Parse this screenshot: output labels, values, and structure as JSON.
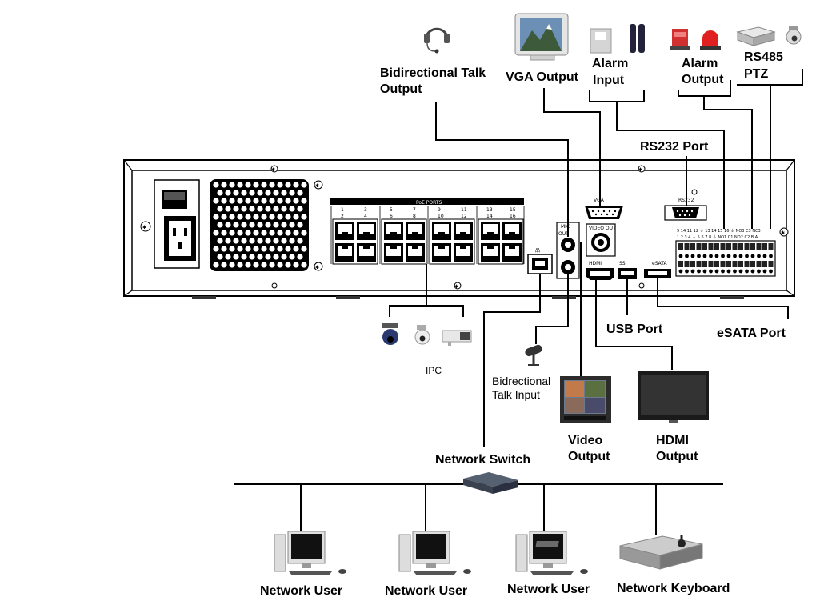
{
  "labels": {
    "talk_output_1": "Bidirectional Talk",
    "talk_output_2": "Output",
    "vga_output": "VGA Output",
    "alarm_input_1": "Alarm",
    "alarm_input_2": "Input",
    "alarm_output_1": "Alarm",
    "alarm_output_2": "Output",
    "rs485_1": "RS485",
    "rs485_2": "PTZ",
    "rs232_port": "RS232 Port",
    "usb_port": "USB Port",
    "esata_port": "eSATA Port",
    "ipc": "IPC",
    "talk_input_1": "Bidrectional",
    "talk_input_2": "Talk Input",
    "video_output_1": "Video",
    "video_output_2": "Output",
    "hdmi_output_1": "HDMI",
    "hdmi_output_2": "Output",
    "network_switch": "Network Switch",
    "network_user_1": "Network User",
    "network_user_2": "Network User",
    "network_user_3": "Network User",
    "network_keyboard": "Network Keyboard"
  },
  "panel": {
    "poe_title": "PoE PORTS",
    "poe_top": [
      "1",
      "3",
      "5",
      "7",
      "9",
      "11",
      "13",
      "15"
    ],
    "poe_bottom": [
      "2",
      "4",
      "6",
      "8",
      "10",
      "12",
      "14",
      "16"
    ],
    "vga": "VGA",
    "rs232": "RS232",
    "mic": "MIC",
    "out": "OUT",
    "in": "IN",
    "video_out": "VIDEO OUT",
    "hdmi": "HDMI",
    "ss": "SS",
    "esata": "eSATA",
    "alarm_top": "9 14 11 12 ⏚ 13 14 15 16 ⏚ NO3 C3 NC3",
    "alarm_bottom": "1 2 3 4 ⏚ 5 6 7 8 ⏚ NO1 C1 NO2 C2 B A"
  }
}
